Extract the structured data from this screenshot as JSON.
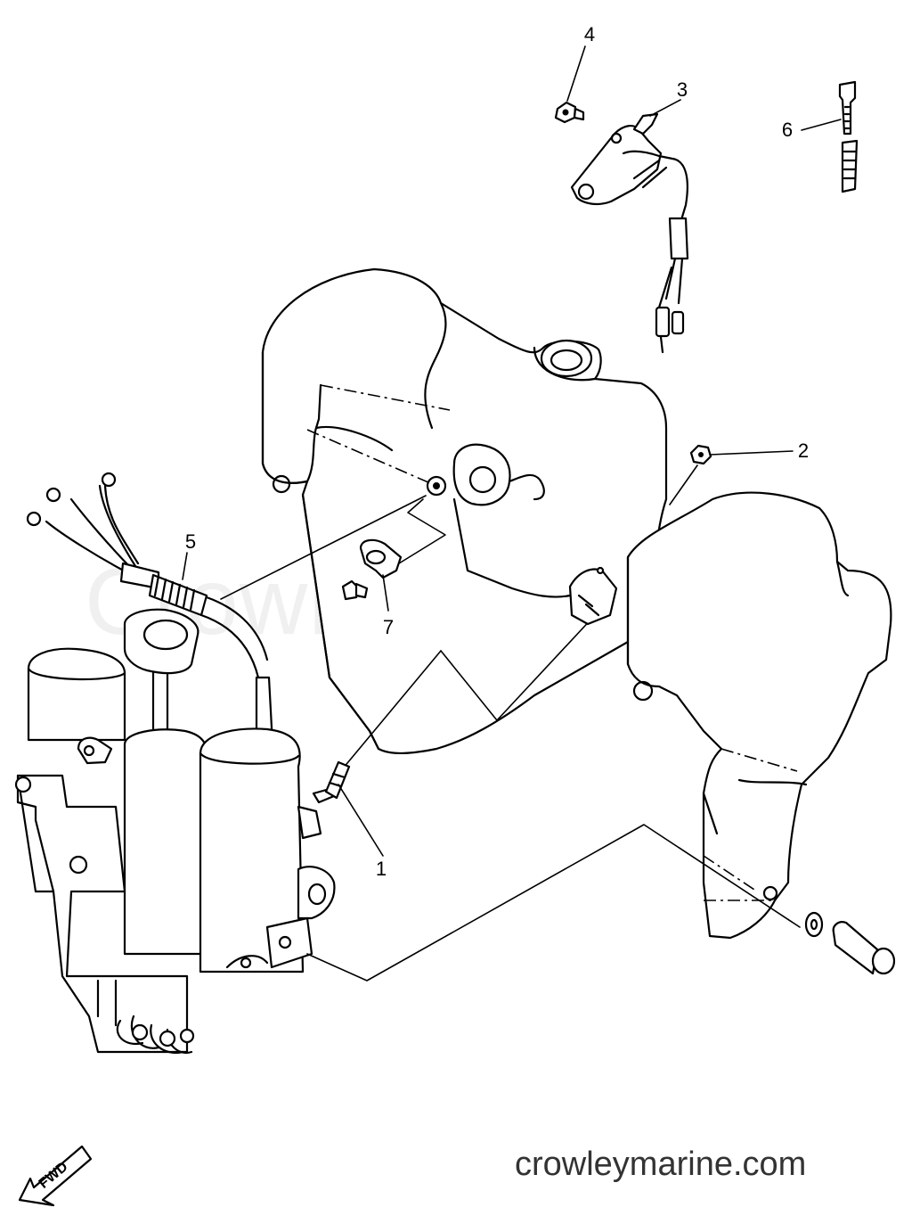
{
  "watermark": "Crowley Marine",
  "site_url": "crowleymarine.com",
  "fwd_label": "FWD",
  "callouts": [
    {
      "id": "1",
      "label": "1"
    },
    {
      "id": "2",
      "label": "2"
    },
    {
      "id": "3",
      "label": "3"
    },
    {
      "id": "4",
      "label": "4"
    },
    {
      "id": "5",
      "label": "5"
    },
    {
      "id": "6",
      "label": "6"
    },
    {
      "id": "7",
      "label": "7"
    }
  ]
}
